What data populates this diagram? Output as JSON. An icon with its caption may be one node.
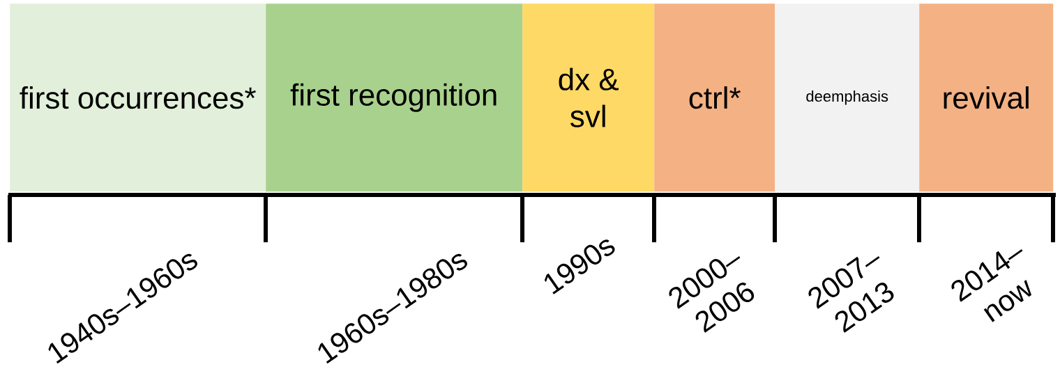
{
  "diagram": {
    "nodes": [
      {
        "text": [
          "first occurrences*"
        ],
        "beside": [
          "1940s–1960s"
        ]
      },
      {
        "text": [
          "first recognition"
        ],
        "beside": [
          "1960s–1980s"
        ]
      },
      {
        "text": [
          "dx & svl"
        ],
        "beside": [
          "1990s"
        ]
      },
      {
        "text": [
          "ctrl*"
        ],
        "beside": [
          "2000– 2006"
        ]
      },
      {
        "text": [
          "deemphasis"
        ],
        "beside": [
          "2007– 2013"
        ]
      },
      {
        "text": [
          "revival"
        ],
        "beside": [
          "2014– now"
        ]
      }
    ]
  }
}
